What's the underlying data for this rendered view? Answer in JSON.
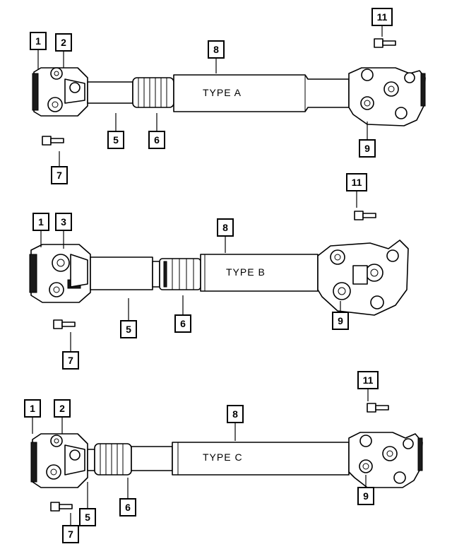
{
  "assemblies": [
    {
      "type_label": "TYPE  A",
      "callouts": {
        "c1": "1",
        "c2": "2",
        "c5": "5",
        "c6": "6",
        "c7": "7",
        "c8": "8",
        "c9": "9",
        "c11": "11"
      }
    },
    {
      "type_label": "TYPE  B",
      "callouts": {
        "c1": "1",
        "c3": "3",
        "c5": "5",
        "c6": "6",
        "c7": "7",
        "c8": "8",
        "c9": "9",
        "c11": "11"
      }
    },
    {
      "type_label": "TYPE  C",
      "callouts": {
        "c1": "1",
        "c2": "2",
        "c5": "5",
        "c6": "6",
        "c7": "7",
        "c8": "8",
        "c9": "9",
        "c11": "11"
      }
    }
  ]
}
